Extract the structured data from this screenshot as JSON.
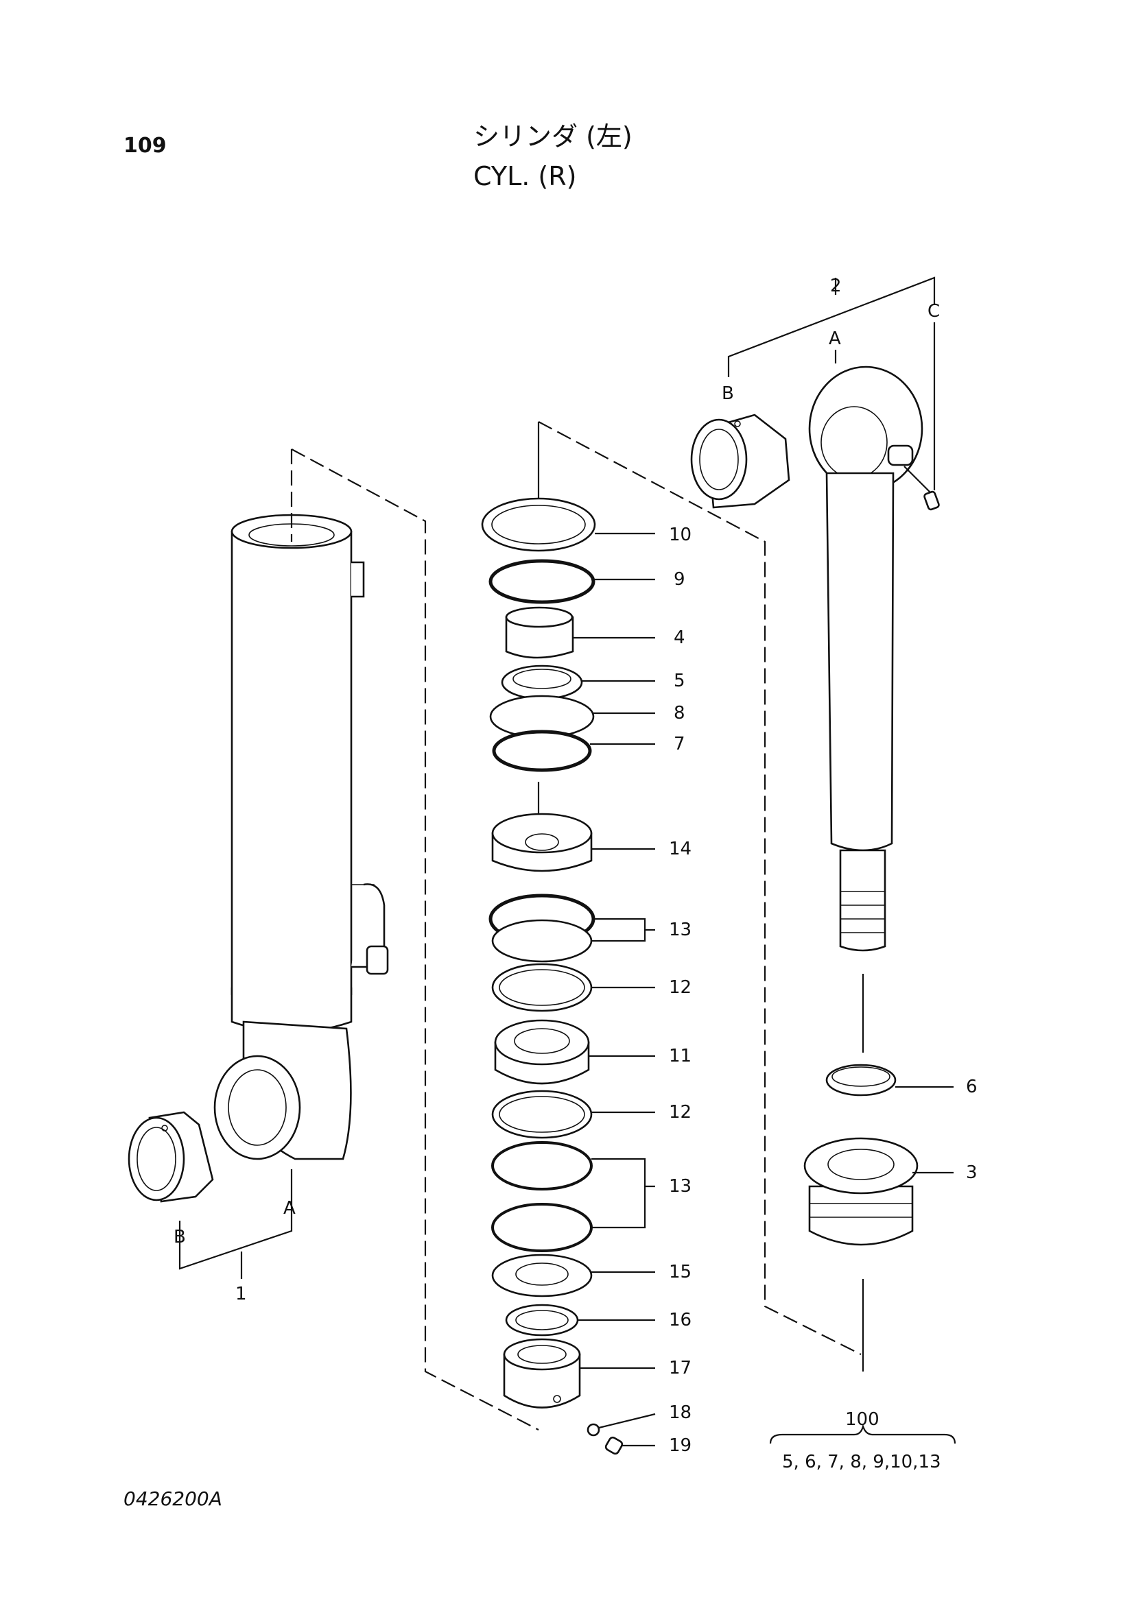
{
  "header": {
    "page_number": "109",
    "title_jp": "シリンダ (左)",
    "title_en": "CYL. (R)"
  },
  "footer": {
    "doc_code": "0426200A"
  },
  "callouts": [
    {
      "id": "c10",
      "text": "10"
    },
    {
      "id": "c9",
      "text": "9"
    },
    {
      "id": "c4",
      "text": "4"
    },
    {
      "id": "c5",
      "text": "5"
    },
    {
      "id": "c8",
      "text": "8"
    },
    {
      "id": "c7",
      "text": "7"
    },
    {
      "id": "c14",
      "text": "14"
    },
    {
      "id": "c13a",
      "text": "13"
    },
    {
      "id": "c12a",
      "text": "12"
    },
    {
      "id": "c11",
      "text": "11"
    },
    {
      "id": "c12b",
      "text": "12"
    },
    {
      "id": "c13b",
      "text": "13"
    },
    {
      "id": "c15",
      "text": "15"
    },
    {
      "id": "c16",
      "text": "16"
    },
    {
      "id": "c17",
      "text": "17"
    },
    {
      "id": "c18",
      "text": "18"
    },
    {
      "id": "c19",
      "text": "19"
    },
    {
      "id": "c6",
      "text": "6"
    },
    {
      "id": "c3",
      "text": "3"
    },
    {
      "id": "c1",
      "text": "1"
    },
    {
      "id": "c2",
      "text": "2"
    }
  ],
  "connectors": [
    {
      "id": "left-b",
      "text": "B"
    },
    {
      "id": "left-a",
      "text": "A"
    },
    {
      "id": "right-a",
      "text": "A"
    },
    {
      "id": "right-b",
      "text": "B"
    },
    {
      "id": "right-c",
      "text": "C"
    }
  ],
  "kit": {
    "number": "100",
    "contents": "5, 6, 7, 8, 9,10,13"
  }
}
